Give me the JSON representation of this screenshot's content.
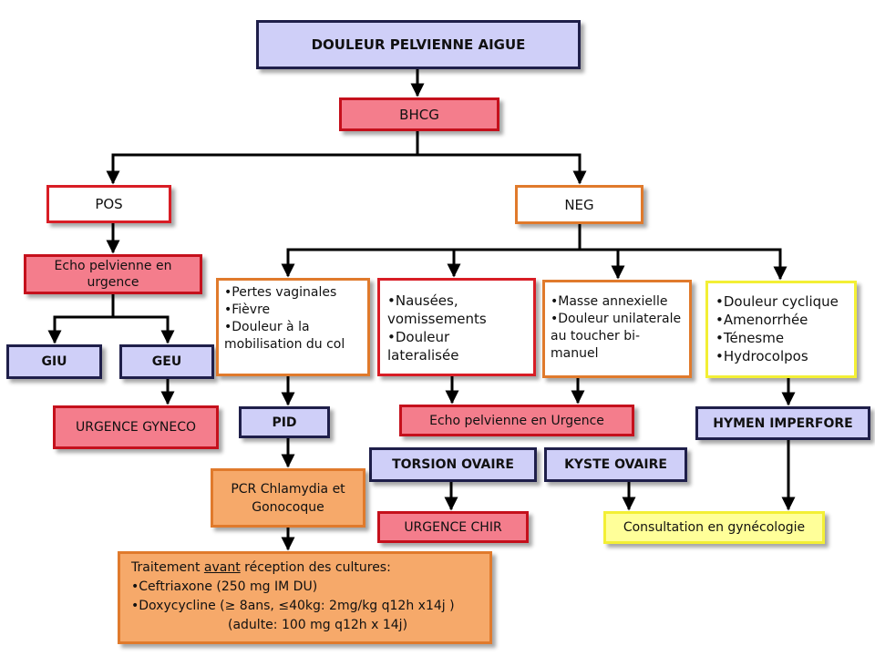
{
  "nodes": {
    "root": "DOULEUR PELVIENNE AIGUE",
    "bhcg": "BHCG",
    "pos": "POS",
    "neg": "NEG",
    "echo_urgence": "Echo pelvienne en urgence",
    "giu": "GIU",
    "geu": "GEU",
    "urgence_gyneco": "URGENCE GYNECO",
    "pid": "PID",
    "pcr": "PCR Chlamydia  et Gonocoque",
    "echo_urgence_2": "Echo pelvienne en Urgence",
    "torsion": "TORSION OVAIRE",
    "kyste": "KYSTE OVAIRE",
    "urgence_chir": "URGENCE CHIR",
    "hymen": "HYMEN IMPERFORE",
    "consultation": "Consultation en gynécologie"
  },
  "symptom_lists": {
    "pid_signs": [
      "•Pertes vaginales",
      "•Fièvre",
      "•Douleur à la mobilisation du col"
    ],
    "torsion_signs": [
      "•Nausées, vomissements",
      "•Douleur lateralisée"
    ],
    "kyste_signs": [
      "•Masse annexielle",
      "•Douleur unilaterale au toucher bi-manuel"
    ],
    "hymen_signs": [
      "•Douleur cyclique",
      "•Amenorrhée",
      "•Ténesme",
      "•Hydrocolpos"
    ]
  },
  "treatment": {
    "line1_pre": "Traitement ",
    "line1_underlined": "avant",
    "line1_post": " réception des cultures:",
    "line2": "•Ceftriaxone (250 mg IM DU)",
    "line3": "•Doxycycline (≥ 8ans, ≤40kg: 2mg/kg q12h x14j )",
    "line4": "(adulte: 100 mg q12h x 14j)"
  }
}
